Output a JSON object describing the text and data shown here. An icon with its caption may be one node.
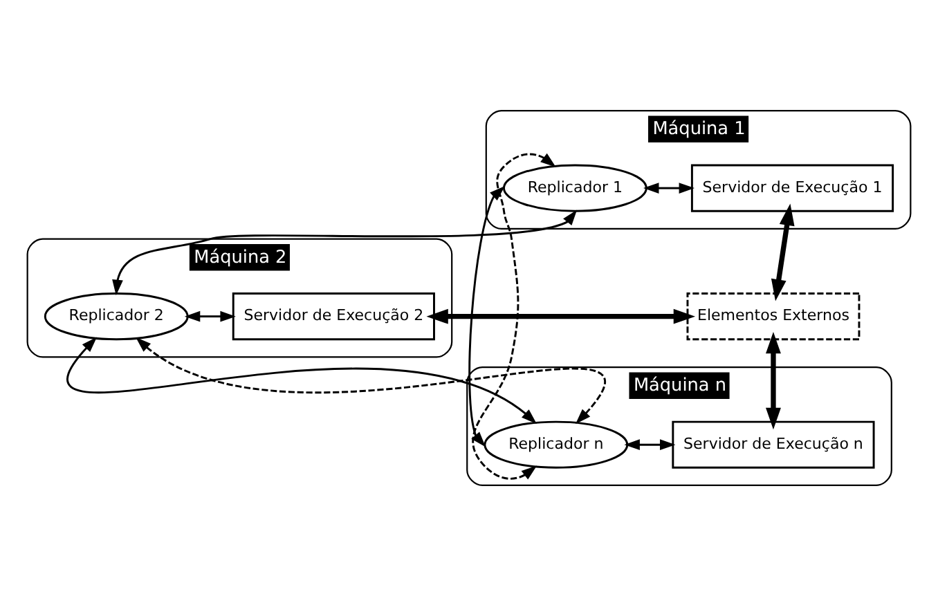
{
  "diagram": {
    "nodes": [
      {
        "text": [
          "Máquina 1"
        ]
      },
      {
        "text": [
          "Replicador 1"
        ],
        "in": 0
      },
      {
        "text": [
          "Servidor de Execução 1"
        ],
        "in": 0
      },
      {
        "text": [
          "Máquina 2"
        ]
      },
      {
        "text": [
          "Replicador 2"
        ],
        "in": 3
      },
      {
        "text": [
          "Servidor de Execução 2"
        ],
        "in": 3
      },
      {
        "text": [
          "Máquina n"
        ]
      },
      {
        "text": [
          "Replicador n"
        ],
        "in": 6
      },
      {
        "text": [
          "Servidor de Execução n"
        ],
        "in": 6
      },
      {
        "text": [
          "Elementos Externos"
        ]
      }
    ],
    "edges": [
      {
        "from": 1,
        "to": 2,
        "arrow": "both"
      },
      {
        "from": 4,
        "to": 5,
        "arrow": "both"
      },
      {
        "from": 7,
        "to": 8,
        "arrow": "both"
      },
      {
        "from": 2,
        "to": 9,
        "arrow": "both",
        "style": "thick"
      },
      {
        "from": 5,
        "to": 9,
        "arrow": "both",
        "style": "thick"
      },
      {
        "from": 8,
        "to": 9,
        "arrow": "both",
        "style": "thick"
      },
      {
        "from": 1,
        "to": 4,
        "arrow": "both"
      },
      {
        "from": 1,
        "to": 7,
        "arrow": "both"
      },
      {
        "from": 1,
        "to": 7,
        "arrow": "both",
        "style": "dashed"
      },
      {
        "from": 4,
        "to": 7,
        "arrow": "both"
      },
      {
        "from": 4,
        "to": 7,
        "arrow": "both",
        "style": "dashed"
      }
    ]
  }
}
